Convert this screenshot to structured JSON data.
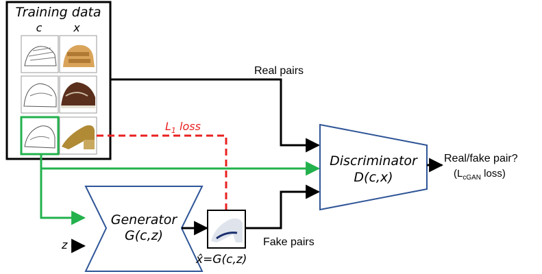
{
  "training": {
    "title": "Training data",
    "col_c": "c",
    "col_x": "x"
  },
  "losses": {
    "l1_main": "L",
    "l1_sub": "1",
    "l1_suffix": " loss"
  },
  "labels": {
    "real_pairs": "Real pairs",
    "fake_pairs": "Fake pairs",
    "z_input": "z"
  },
  "discriminator": {
    "name": "Discriminator",
    "func": "D(c,x)"
  },
  "generator": {
    "name": "Generator",
    "func": "G(c,z)"
  },
  "generated": {
    "hat_x": "x̂",
    "rest": "=G(c,z)"
  },
  "output": {
    "line1": "Real/fake pair?",
    "open": "(L",
    "sub": "cGAN",
    "close": " loss)"
  },
  "colors": {
    "green": "#22b14c",
    "red": "#e8201f",
    "blue": "#2f5597",
    "black": "#000000"
  }
}
